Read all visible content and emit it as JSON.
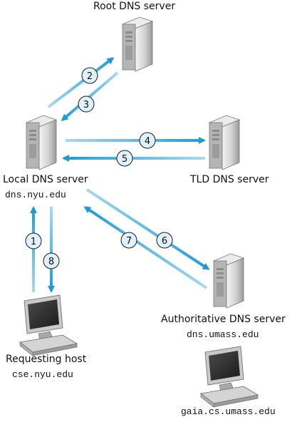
{
  "nodes": {
    "root": {
      "name": "Root DNS server"
    },
    "local": {
      "name": "Local DNS server",
      "host": "dns.nyu.edu"
    },
    "tld": {
      "name": "TLD DNS server"
    },
    "auth": {
      "name": "Authoritative DNS server",
      "host": "dns.umass.edu"
    },
    "requester": {
      "name": "Requesting host",
      "host": "cse.nyu.edu"
    },
    "target": {
      "host": "gaia.cs.umass.edu"
    }
  },
  "steps": [
    {
      "num": "1",
      "from": "requester",
      "to": "local"
    },
    {
      "num": "2",
      "from": "local",
      "to": "root"
    },
    {
      "num": "3",
      "from": "root",
      "to": "local"
    },
    {
      "num": "4",
      "from": "local",
      "to": "tld"
    },
    {
      "num": "5",
      "from": "tld",
      "to": "local"
    },
    {
      "num": "6",
      "from": "local",
      "to": "auth"
    },
    {
      "num": "7",
      "from": "auth",
      "to": "local"
    },
    {
      "num": "8",
      "from": "local",
      "to": "requester"
    }
  ],
  "colors": {
    "arrow_dark": "#1f9ad6",
    "arrow_light": "#a8d8f0",
    "server_body": "#d9d9d9",
    "server_dark": "#8a8a8a",
    "label_circle": "#dff1fb"
  }
}
